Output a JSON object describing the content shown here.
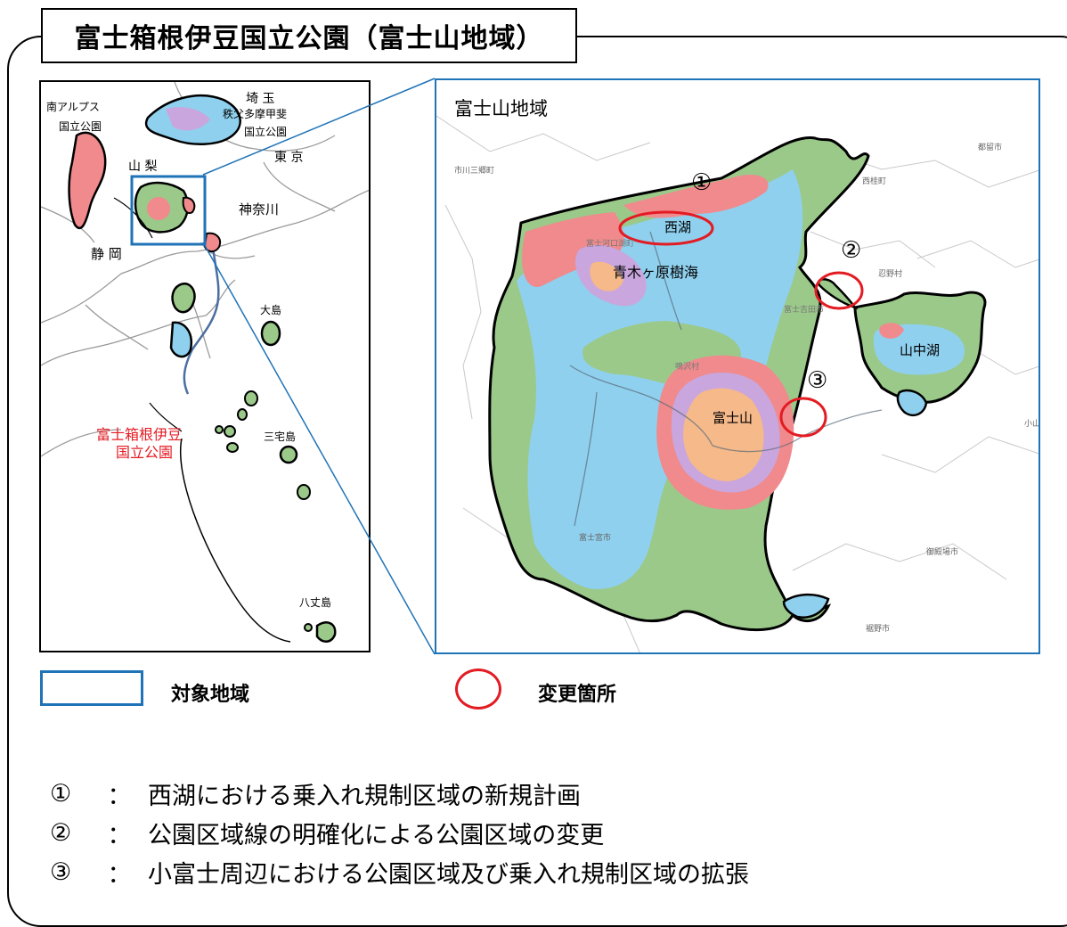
{
  "title": "富士箱根伊豆国立公園（富士山地域）",
  "overview_map": {
    "labels": {
      "minami_alps": "南アルプス",
      "kokuritsu_koen_1": "国立公園",
      "saitama": "埼 玉",
      "chichibu": "秩父多摩甲斐",
      "kokuritsu_koen_2": "国立公園",
      "yamanashi": "山 梨",
      "tokyo": "東 京",
      "kanagawa": "神奈川",
      "shizuoka": "静 岡",
      "oshima": "大島",
      "miyakejima": "三宅島",
      "hachijojima": "八丈島",
      "park_name_line1": "富士箱根伊豆",
      "park_name_line2": "国立公園"
    },
    "park_name_color": "#e31b23"
  },
  "detail_map": {
    "labels": {
      "region": "富士山地域",
      "ichikawamisato": "市川三郷町",
      "tsuru": "都留市",
      "nishikatsura": "西桂町",
      "oshino": "忍野村",
      "saiko": "西湖",
      "aokigahara": "青木ヶ原樹海",
      "yamanakako": "山中湖",
      "fujisan": "富士山",
      "fujinomiya": "富士宮市",
      "gotemba": "御殿場市",
      "susono": "裾野市",
      "fujikawaguchiko": "富士河口湖町",
      "fujiyoshida": "富士吉田市",
      "narusawa": "鳴沢村",
      "oyama": "小山"
    },
    "markers": [
      "①",
      "②",
      "③"
    ]
  },
  "legend": {
    "target_area": "対象地域",
    "change_location": "変更箇所"
  },
  "notes": [
    {
      "num": "①",
      "sep": "：",
      "text": "西湖における乗入れ規制区域の新規計画"
    },
    {
      "num": "②",
      "sep": "：",
      "text": "公園区域線の明確化による公園区域の変更"
    },
    {
      "num": "③",
      "sep": "：",
      "text": "小富士周辺における公園区域及び乗入れ規制区域の拡張"
    }
  ],
  "colors": {
    "zone_blue": "#8fd0ee",
    "zone_green": "#9bc98a",
    "zone_pink": "#f08a8c",
    "zone_purple": "#c9a6dd",
    "zone_orange": "#f5b98a",
    "accent_blue": "#1f73b7",
    "marker_red": "#e31b23"
  }
}
